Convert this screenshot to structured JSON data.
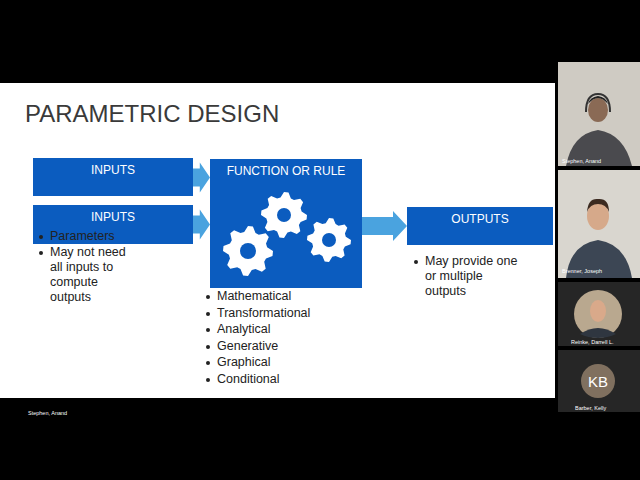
{
  "diagram": {
    "title": "PARAMETRIC DESIGN",
    "nodes": [
      {
        "text": [
          "INPUTS"
        ]
      },
      {
        "text": [
          "INPUTS"
        ]
      },
      {
        "text": [
          "FUNCTION OR RULE"
        ]
      },
      {
        "text": [
          "OUTPUTS"
        ]
      },
      {
        "text": [
          "KB"
        ]
      }
    ],
    "edges": [
      {
        "from": 0,
        "to": 2,
        "arrow": "to"
      },
      {
        "from": 1,
        "to": 2,
        "arrow": "to"
      },
      {
        "from": 2,
        "to": 3,
        "arrow": "to"
      }
    ],
    "labels": [
      "Parameters",
      "May not need all inputs to compute outputs",
      "Mathematical",
      "Transformational",
      "Analytical",
      "Generative",
      "Graphical",
      "Conditional",
      "May provide one or multiple outputs",
      "Stephen, Anand",
      "Brenner, Joseph",
      "Reinke, Darrell L.",
      "Barber, Kelly",
      "Stephen, Anand"
    ]
  }
}
